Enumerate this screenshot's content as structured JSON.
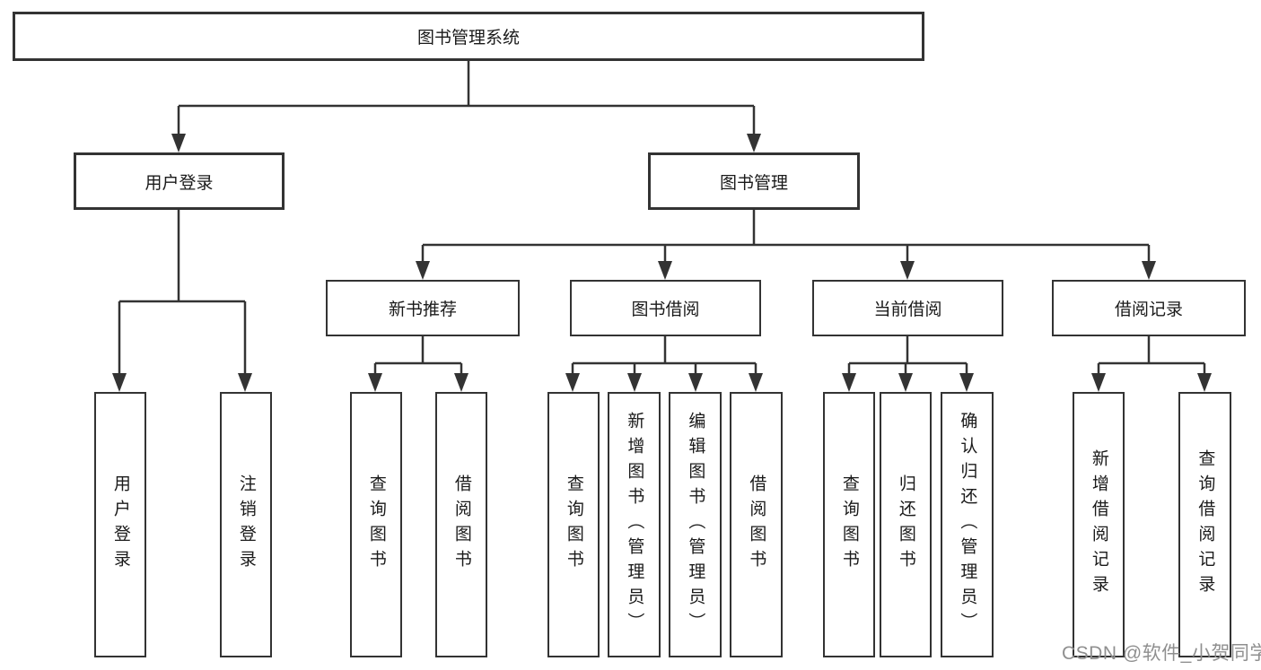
{
  "tree": {
    "label": "图书管理系统",
    "children": [
      {
        "label": "用户登录",
        "children": [
          {
            "label": "用户登录"
          },
          {
            "label": "注销登录"
          }
        ]
      },
      {
        "label": "图书管理",
        "children": [
          {
            "label": "新书推荐",
            "children": [
              {
                "label": "查询图书"
              },
              {
                "label": "借阅图书"
              }
            ]
          },
          {
            "label": "图书借阅",
            "children": [
              {
                "label": "查询图书"
              },
              {
                "label": "新增图书（管理员）"
              },
              {
                "label": "编辑图书（管理员）"
              },
              {
                "label": "借阅图书"
              }
            ]
          },
          {
            "label": "当前借阅",
            "children": [
              {
                "label": "查询图书"
              },
              {
                "label": "归还图书"
              },
              {
                "label": "确认归还（管理员）"
              }
            ]
          },
          {
            "label": "借阅记录",
            "children": [
              {
                "label": "新增借阅记录"
              },
              {
                "label": "查询借阅记录"
              }
            ]
          }
        ]
      }
    ]
  },
  "watermark": {
    "text": "CSDN @软件_小贺同学"
  },
  "colors": {
    "border": "#333333",
    "text": "#1a1a1a",
    "watermark": "#8f8f8f",
    "background": "#ffffff"
  }
}
